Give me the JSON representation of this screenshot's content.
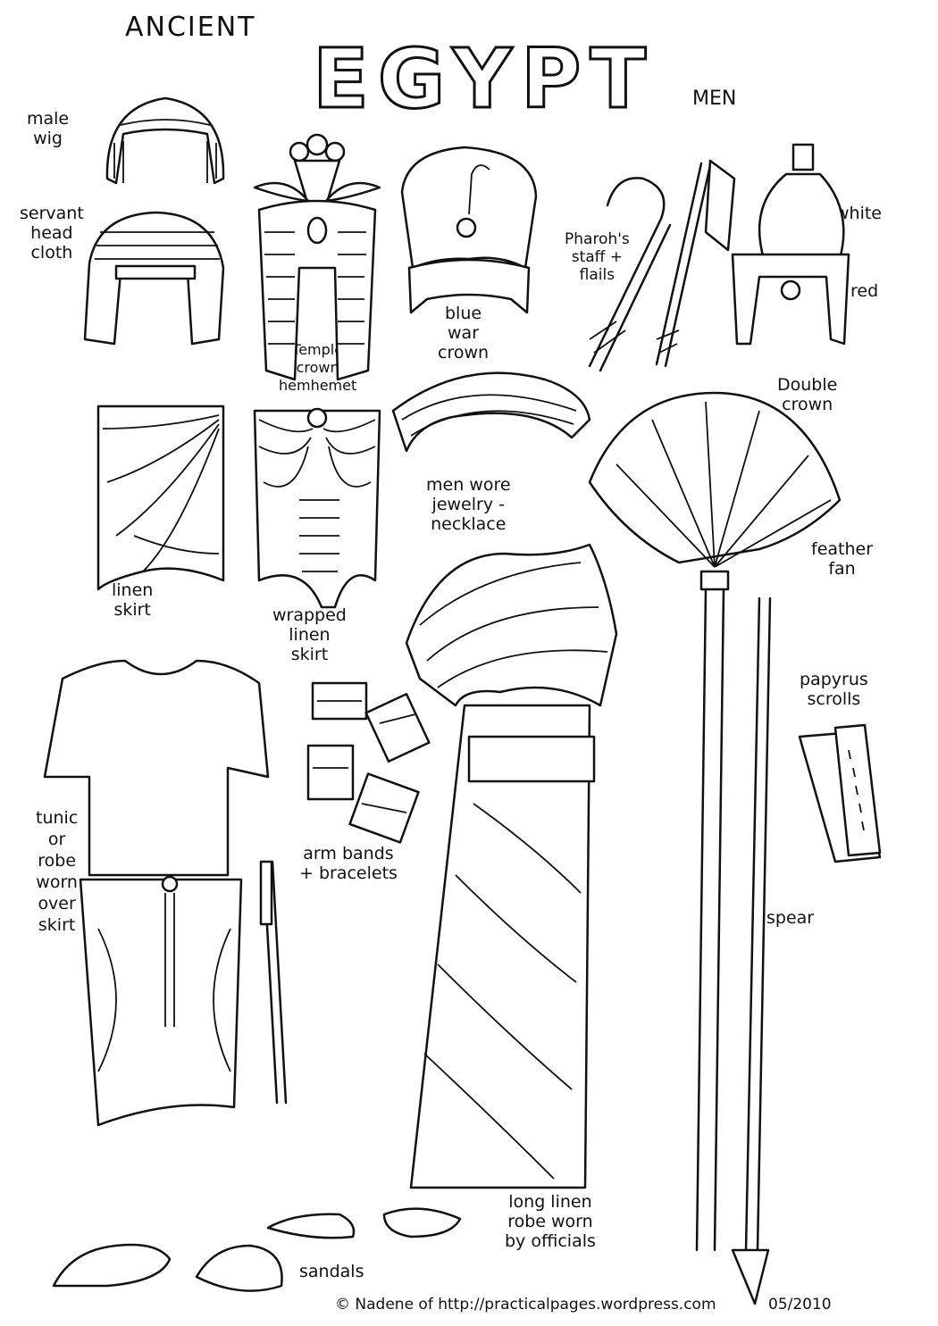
{
  "header": {
    "ancient": "ANCIENT",
    "title": "EGYPT",
    "subtitle": "MEN"
  },
  "labels": {
    "male_wig": "male\nwig",
    "servant_head_cloth": "servant\nhead\ncloth",
    "temple_crown": "Temple\ncrown\nhemhemet",
    "blue_war_crown": "blue\nwar\ncrown",
    "staff_flails": "Pharoh's\nstaff +\nflails",
    "white": "white",
    "red": "red",
    "double_crown": "Double\ncrown",
    "linen_skirt": "linen\nskirt",
    "wrapped_linen_skirt": "wrapped\nlinen\nskirt",
    "necklace": "men wore\njewelry -\nnecklace",
    "feather_fan": "feather\nfan",
    "papyrus_scrolls": "papyrus\nscrolls",
    "tunic": "tunic\nor\nrobe\nworn\nover\nskirt",
    "arm_bands": "arm bands\n+ bracelets",
    "spear": "spear",
    "long_robe": "long linen\nrobe worn\nby officials",
    "sandals": "sandals"
  },
  "footer": {
    "credit": "© Nadene of http://practicalpages.wordpress.com",
    "date": "05/2010"
  }
}
